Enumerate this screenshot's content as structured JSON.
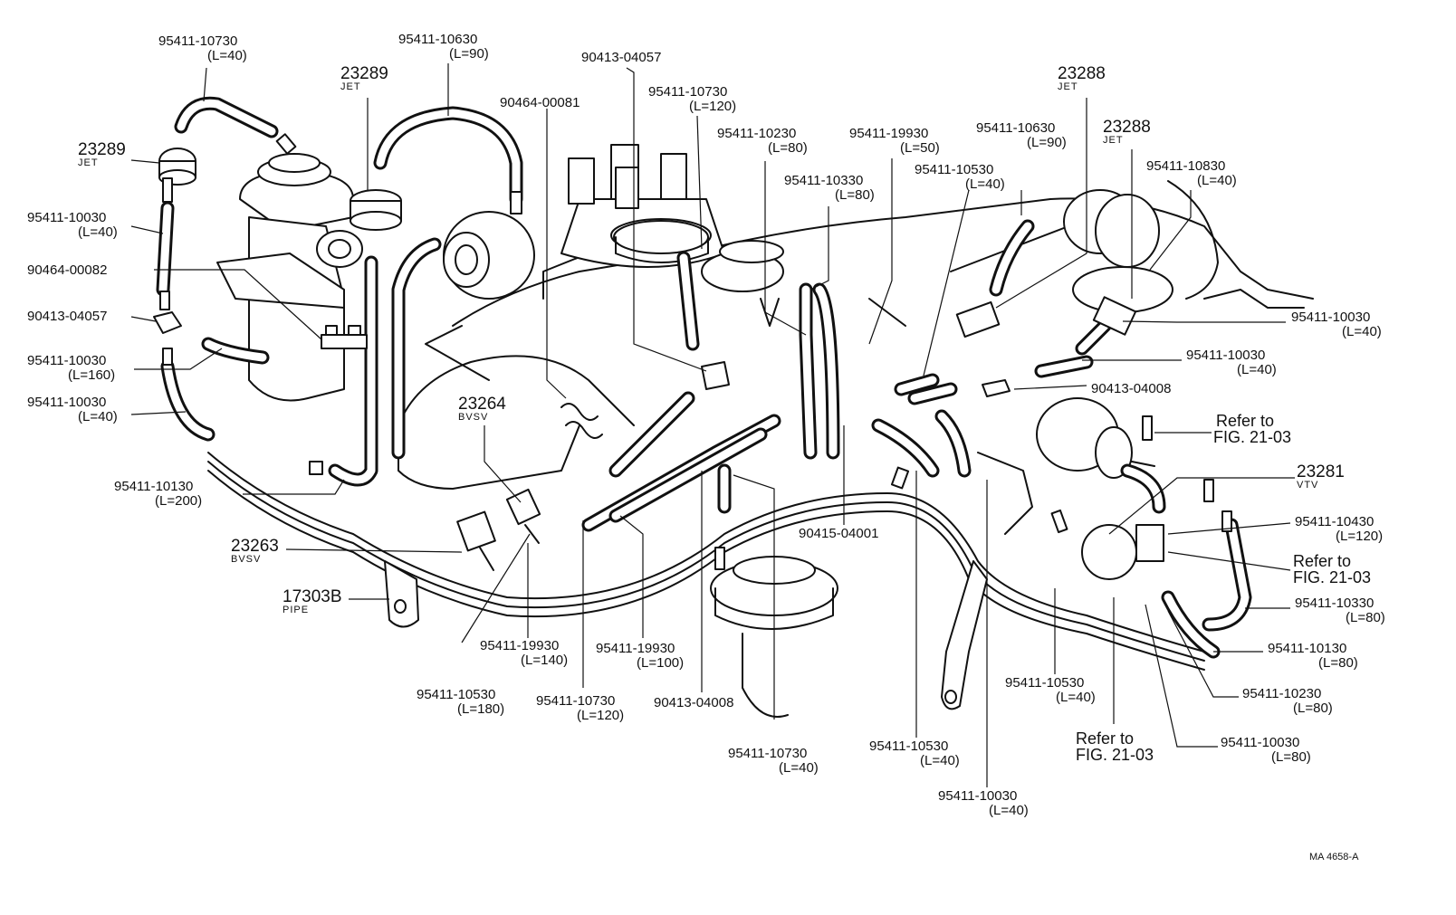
{
  "labels": [
    {
      "id": "a",
      "lines": [
        "95411-10730",
        "(L=40)"
      ]
    },
    {
      "id": "b",
      "lines": [
        "95411-10630",
        "(L=90)"
      ]
    },
    {
      "id": "c",
      "lines": [
        "90413-04057"
      ]
    },
    {
      "id": "d",
      "lines": [
        "23289",
        "JET"
      ]
    },
    {
      "id": "e",
      "lines": [
        "23289",
        "JET"
      ]
    },
    {
      "id": "f",
      "lines": [
        "90464-00081"
      ]
    },
    {
      "id": "g",
      "lines": [
        "95411-10730",
        "(L=120)"
      ]
    },
    {
      "id": "h",
      "lines": [
        "95411-10230",
        "(L=80)"
      ]
    },
    {
      "id": "i",
      "lines": [
        "95411-19930",
        "(L=50)"
      ]
    },
    {
      "id": "j",
      "lines": [
        "95411-10330",
        "(L=80)"
      ]
    },
    {
      "id": "k",
      "lines": [
        "95411-10530",
        "(L=40)"
      ]
    },
    {
      "id": "l",
      "lines": [
        "95411-10630",
        "(L=90)"
      ]
    },
    {
      "id": "m",
      "lines": [
        "23288",
        "JET"
      ]
    },
    {
      "id": "n",
      "lines": [
        "23288",
        "JET"
      ]
    },
    {
      "id": "o",
      "lines": [
        "95411-10830",
        "(L=40)"
      ]
    },
    {
      "id": "p",
      "lines": [
        "95411-10030",
        "(L=40)"
      ]
    },
    {
      "id": "q",
      "lines": [
        "90464-00082"
      ]
    },
    {
      "id": "r",
      "lines": [
        "90413-04057"
      ]
    },
    {
      "id": "s",
      "lines": [
        "95411-10030",
        "(L=160)"
      ]
    },
    {
      "id": "t",
      "lines": [
        "95411-10030",
        "(L=40)"
      ]
    },
    {
      "id": "u",
      "lines": [
        "23264",
        "BVSV"
      ]
    },
    {
      "id": "v",
      "lines": [
        "95411-10030",
        "(L=40)"
      ]
    },
    {
      "id": "w",
      "lines": [
        "95411-10030",
        "(L=40)"
      ]
    },
    {
      "id": "x",
      "lines": [
        "90413-04008"
      ]
    },
    {
      "id": "y",
      "lines": [
        "Refer to",
        "FIG. 21-03"
      ]
    },
    {
      "id": "z",
      "lines": [
        "23281",
        "VTV"
      ]
    },
    {
      "id": "aa",
      "lines": [
        "95411-10430",
        "(L=120)"
      ]
    },
    {
      "id": "ab",
      "lines": [
        "Refer to",
        "FIG. 21-03"
      ]
    },
    {
      "id": "ac",
      "lines": [
        "95411-10330",
        "(L=80)"
      ]
    },
    {
      "id": "ad",
      "lines": [
        "95411-10130",
        "(L=80)"
      ]
    },
    {
      "id": "ae",
      "lines": [
        "95411-10230",
        "(L=80)"
      ]
    },
    {
      "id": "af",
      "lines": [
        "95411-10030",
        "(L=80)"
      ]
    },
    {
      "id": "ag",
      "lines": [
        "95411-10130",
        "(L=200)"
      ]
    },
    {
      "id": "ah",
      "lines": [
        "23263",
        "BVSV"
      ]
    },
    {
      "id": "ai",
      "lines": [
        "17303B",
        "PIPE"
      ]
    },
    {
      "id": "aj",
      "lines": [
        "90415-04001"
      ]
    },
    {
      "id": "ak",
      "lines": [
        "95411-19930",
        "(L=140)"
      ]
    },
    {
      "id": "al",
      "lines": [
        "95411-19930",
        "(L=100)"
      ]
    },
    {
      "id": "am",
      "lines": [
        "95411-10530",
        "(L=180)"
      ]
    },
    {
      "id": "an",
      "lines": [
        "95411-10730",
        "(L=120)"
      ]
    },
    {
      "id": "ao",
      "lines": [
        "90413-04008"
      ]
    },
    {
      "id": "ap",
      "lines": [
        "95411-10730",
        "(L=40)"
      ]
    },
    {
      "id": "aq",
      "lines": [
        "95411-10530",
        "(L=40)"
      ]
    },
    {
      "id": "ar",
      "lines": [
        "95411-10530",
        "(L=40)"
      ]
    },
    {
      "id": "as",
      "lines": [
        "Refer to",
        "FIG. 21-03"
      ]
    },
    {
      "id": "at",
      "lines": [
        "95411-10030",
        "(L=40)"
      ]
    }
  ],
  "figure_code": "MA 4658-A"
}
